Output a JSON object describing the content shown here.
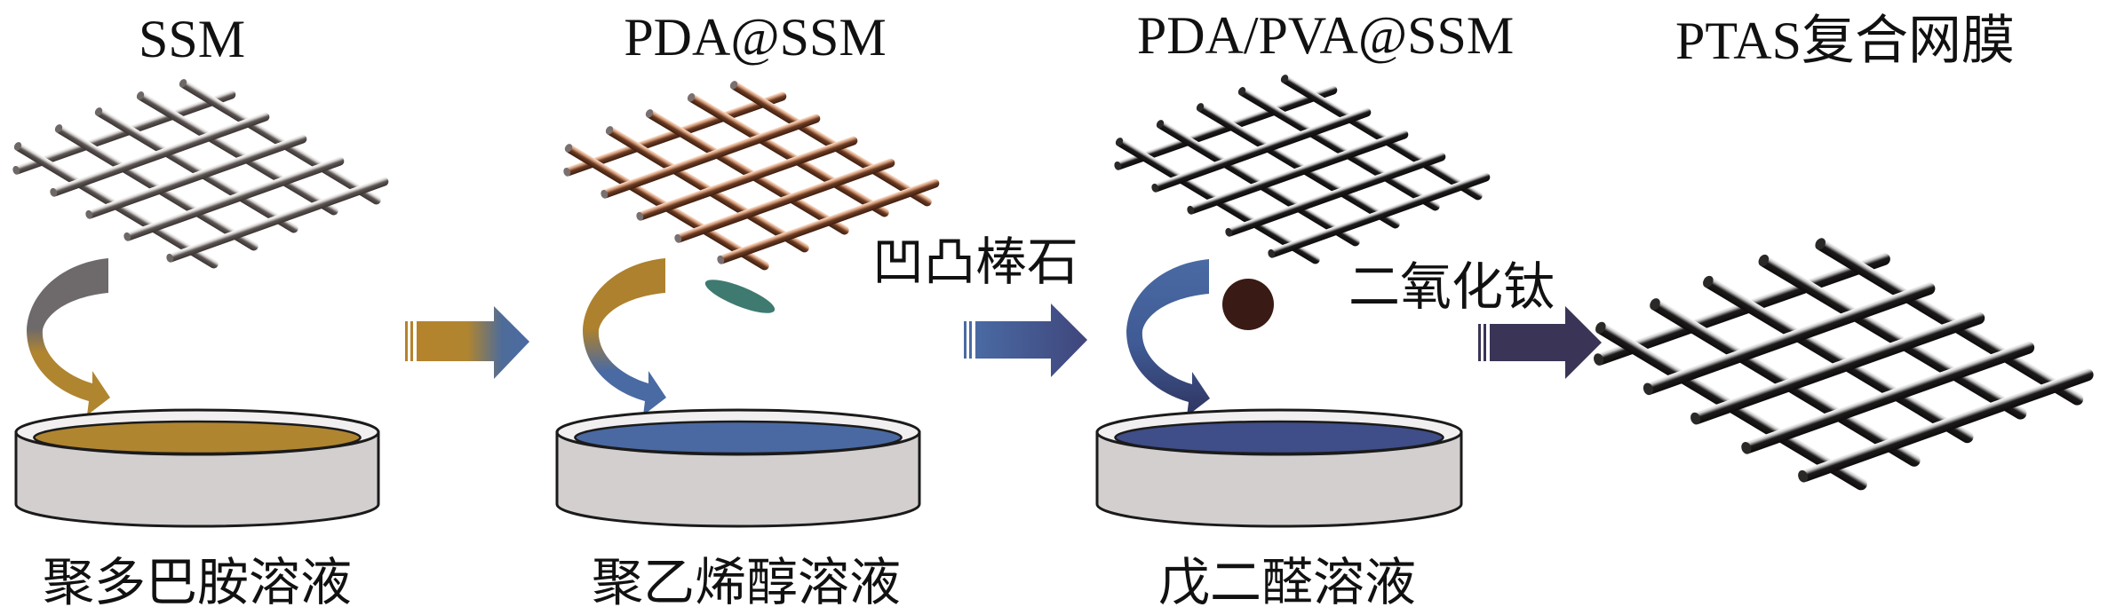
{
  "figure": {
    "description": "Preparation process of PTAS composite mesh membrane",
    "stages": [
      {
        "title": "SSM",
        "mesh_color": "steel-gray"
      },
      {
        "title": "PDA@SSM",
        "mesh_color": "copper-brown"
      },
      {
        "title": "PDA/PVA@SSM",
        "mesh_color": "black-steel"
      },
      {
        "title": "PTAS复合网膜",
        "mesh_color": "black-steel"
      }
    ],
    "solutions": [
      {
        "label": "聚多巴胺溶液",
        "liquid_color": "#b08530"
      },
      {
        "label": "聚乙烯醇溶液",
        "liquid_color": "#4a69a2"
      },
      {
        "label": "戊二醛溶液",
        "liquid_color": "#3f4d88"
      }
    ],
    "reagents": [
      {
        "label": "凹凸棒石",
        "shape": "rod-ellipse",
        "color": "#3e7a70"
      },
      {
        "label": "二氧化钛",
        "shape": "sphere",
        "color": "#3a1a14"
      }
    ],
    "arrows": [
      {
        "name": "arrow-step-1",
        "from_color": "#b5832c",
        "to_color": "#4a6aa3"
      },
      {
        "name": "arrow-step-2",
        "from_color": "#4a6aa3",
        "to_color": "#3f467c"
      },
      {
        "name": "arrow-step-3",
        "from_color": "#3a3556",
        "to_color": "#3a3556"
      }
    ],
    "dip_arrows": [
      {
        "from_color": "#6e6a6b",
        "to_color": "#b08530"
      },
      {
        "from_color": "#ad812d",
        "to_color": "#4a6aa3"
      },
      {
        "from_color": "#4a6aa3",
        "to_color": "#323760"
      }
    ]
  }
}
